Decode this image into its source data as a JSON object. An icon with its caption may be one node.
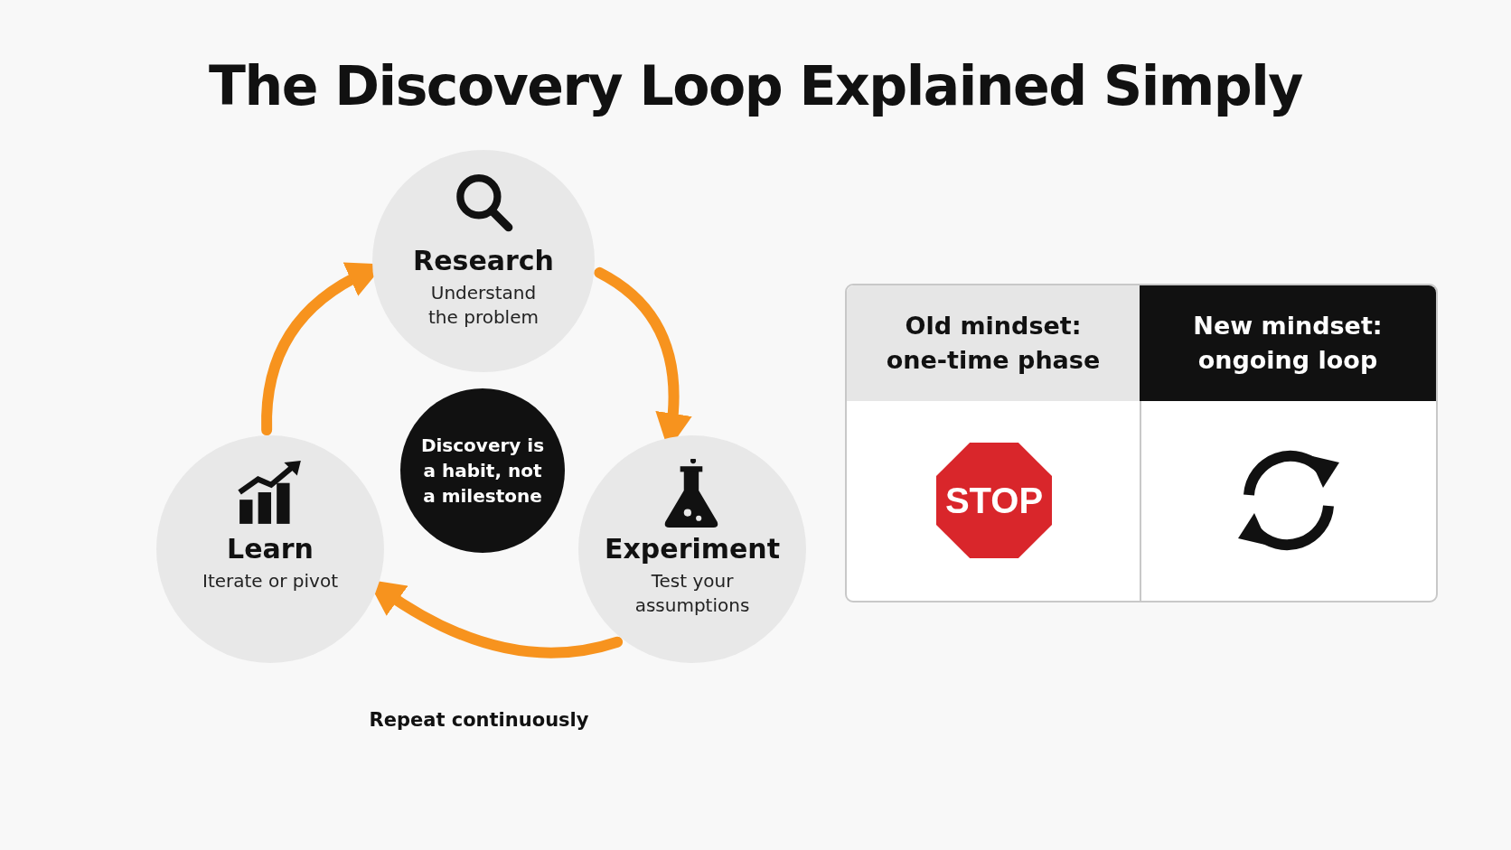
{
  "diagram": {
    "title": "The Discovery Loop Explained Simply",
    "nodes": [
      {
        "text": [
          "Research",
          "Understand the problem"
        ]
      },
      {
        "text": [
          "Experiment",
          "Test your assumptions"
        ]
      },
      {
        "text": [
          "Learn",
          "Iterate or pivot"
        ]
      },
      {
        "text": [
          "Discovery is a habit, not a milestone"
        ]
      },
      {
        "text": [
          "Old mindset: one-time phase"
        ]
      },
      {
        "text": [
          "New mindset: ongoing loop"
        ]
      },
      {
        "text": [
          "STOP"
        ]
      }
    ],
    "edges": [
      {
        "from": 0,
        "to": 1,
        "arrow": "to"
      },
      {
        "from": 1,
        "to": 2,
        "arrow": "to"
      },
      {
        "from": 2,
        "to": 0,
        "arrow": "to"
      }
    ],
    "labels": [
      "Repeat continuously"
    ]
  }
}
